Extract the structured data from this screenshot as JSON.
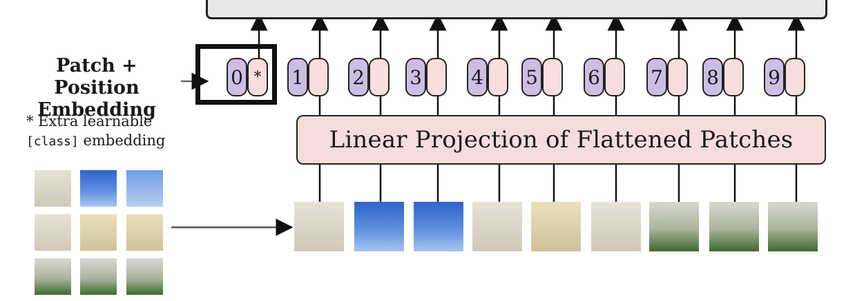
{
  "labels": {
    "embedding_title_line1": "Patch + Position",
    "embedding_title_line2": "Embedding",
    "note_line1": "* Extra learnable",
    "note_code": "[class]",
    "note_line2_rest": " embedding",
    "projection": "Linear Projection of Flattened Patches"
  },
  "tokens": [
    {
      "position": "0",
      "embedding": "*"
    },
    {
      "position": "1",
      "embedding": ""
    },
    {
      "position": "2",
      "embedding": ""
    },
    {
      "position": "3",
      "embedding": ""
    },
    {
      "position": "4",
      "embedding": ""
    },
    {
      "position": "5",
      "embedding": ""
    },
    {
      "position": "6",
      "embedding": ""
    },
    {
      "position": "7",
      "embedding": ""
    },
    {
      "position": "8",
      "embedding": ""
    },
    {
      "position": "9",
      "embedding": ""
    }
  ],
  "colors": {
    "position_pill": "#cdbde3",
    "embedding_pill": "#f9dede",
    "projection_box": "#f7dcdc",
    "top_box": "#e8e8e8"
  }
}
